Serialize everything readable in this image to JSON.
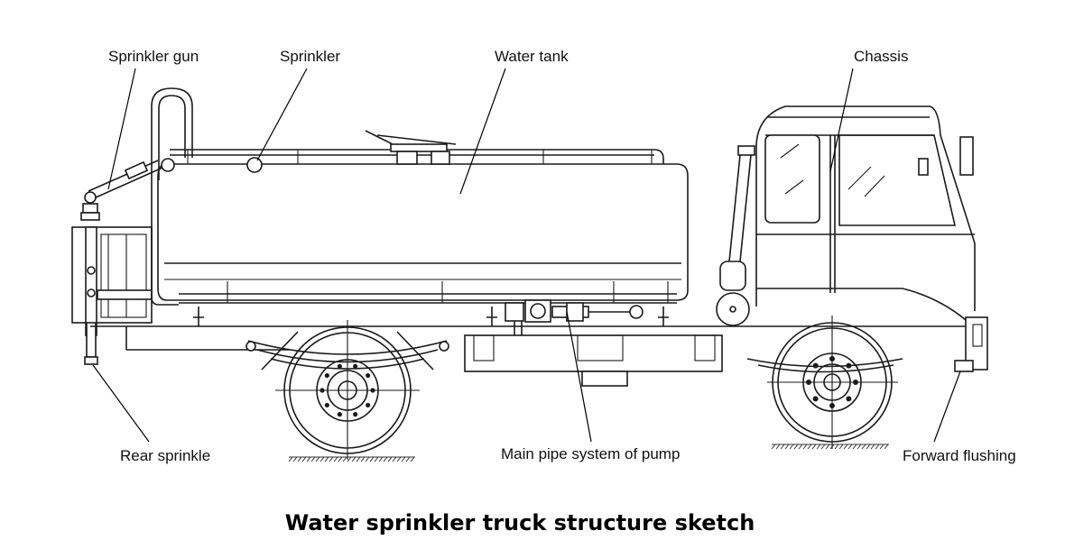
{
  "labels": {
    "sprinkler_gun": "Sprinkler gun",
    "sprinkler": "Sprinkler",
    "water_tank": "Water tank",
    "chassis": "Chassis",
    "rear_sprinkle": "Rear sprinkle",
    "main_pipe": "Main pipe system of pump",
    "forward_flushing": "Forward flushing"
  },
  "title": "Water sprinkler truck structure sketch"
}
